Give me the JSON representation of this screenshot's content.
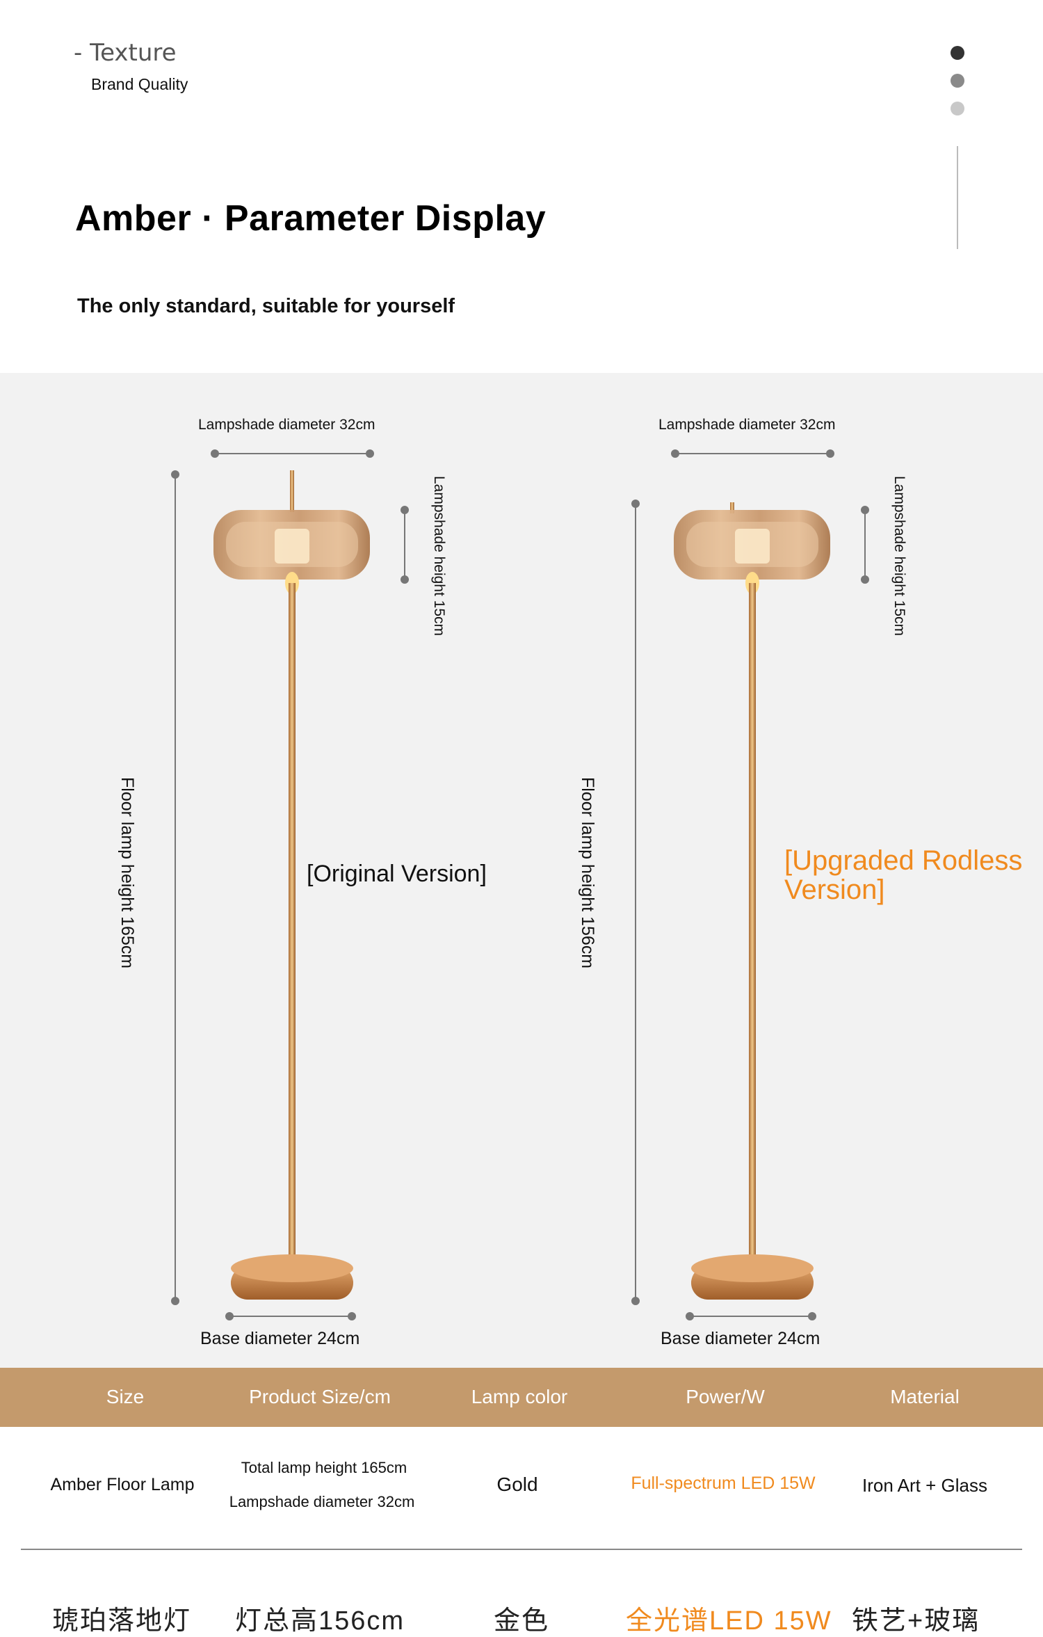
{
  "header": {
    "section_label": "- Texture",
    "section_sub": "Brand Quality",
    "title": "Amber · Parameter Display",
    "subtitle": "The only standard, suitable for yourself"
  },
  "colors": {
    "accent_orange": "#f08a1e",
    "table_header_bg": "#c49a6c",
    "diagram_bg": "#f2f2f2",
    "lamp_gold": "#c98a4a"
  },
  "diagrams": {
    "original": {
      "shade_diameter": "Lampshade diameter 32cm",
      "shade_height": "Lampshade height 15cm",
      "lamp_height": "Floor lamp height 165cm",
      "base_diameter": "Base diameter 24cm",
      "version": "[Original Version]"
    },
    "upgraded": {
      "shade_diameter": "Lampshade diameter 32cm",
      "shade_height": "Lampshade height 15cm",
      "lamp_height": "Floor lamp height 156cm",
      "base_diameter": "Base diameter 24cm",
      "version_line1": "[Upgraded Rodless",
      "version_line2": "Version]"
    }
  },
  "table": {
    "headers": [
      "Size",
      "Product Size/cm",
      "Lamp color",
      "Power/W",
      "Material"
    ],
    "row": {
      "size": "Amber Floor Lamp",
      "product_size_1": "Total lamp height 165cm",
      "product_size_2": "Lampshade diameter 32cm",
      "color": "Gold",
      "power": "Full-spectrum LED 15W",
      "material": "Iron Art + Glass"
    },
    "cut_row": [
      "琥珀落地灯",
      "灯总高156cm",
      "金色",
      "全光谱LED 15W",
      "铁艺+玻璃"
    ]
  }
}
